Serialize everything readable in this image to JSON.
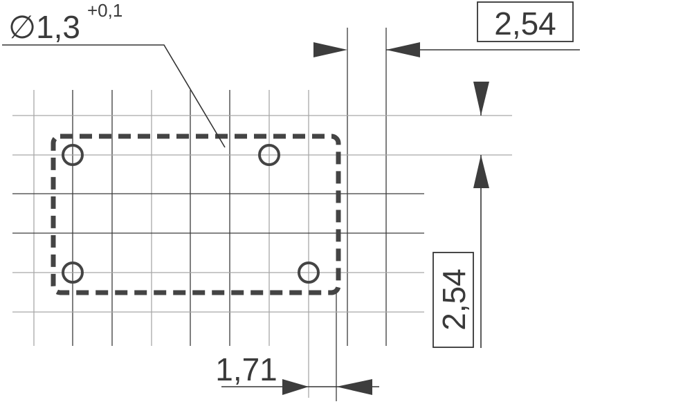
{
  "drawing": {
    "type": "PCB footprint / hole layout dimension drawing",
    "units": "mm",
    "hole_diameter": {
      "symbol": "∅",
      "value": "1,3",
      "tolerance": "+0,1",
      "text": "∅1,3"
    },
    "dimensions": {
      "horizontal_pitch": "2,54",
      "vertical_pitch": "2,54",
      "offset": "1,71"
    },
    "grid": {
      "columns": 10,
      "rows": 6,
      "pitch_label": "2,54"
    },
    "holes": [
      {
        "name": "hole-top-left",
        "col": 1,
        "row": 1
      },
      {
        "name": "hole-top-right",
        "col": 6,
        "row": 1
      },
      {
        "name": "hole-bottom-left",
        "col": 1,
        "row": 4
      },
      {
        "name": "hole-bottom-right",
        "col": 7,
        "row": 4
      }
    ],
    "colors": {
      "line_dark": "#333333",
      "line_light": "#a8a8a8",
      "fill": "#3d3d3d",
      "background": "#ffffff"
    }
  }
}
